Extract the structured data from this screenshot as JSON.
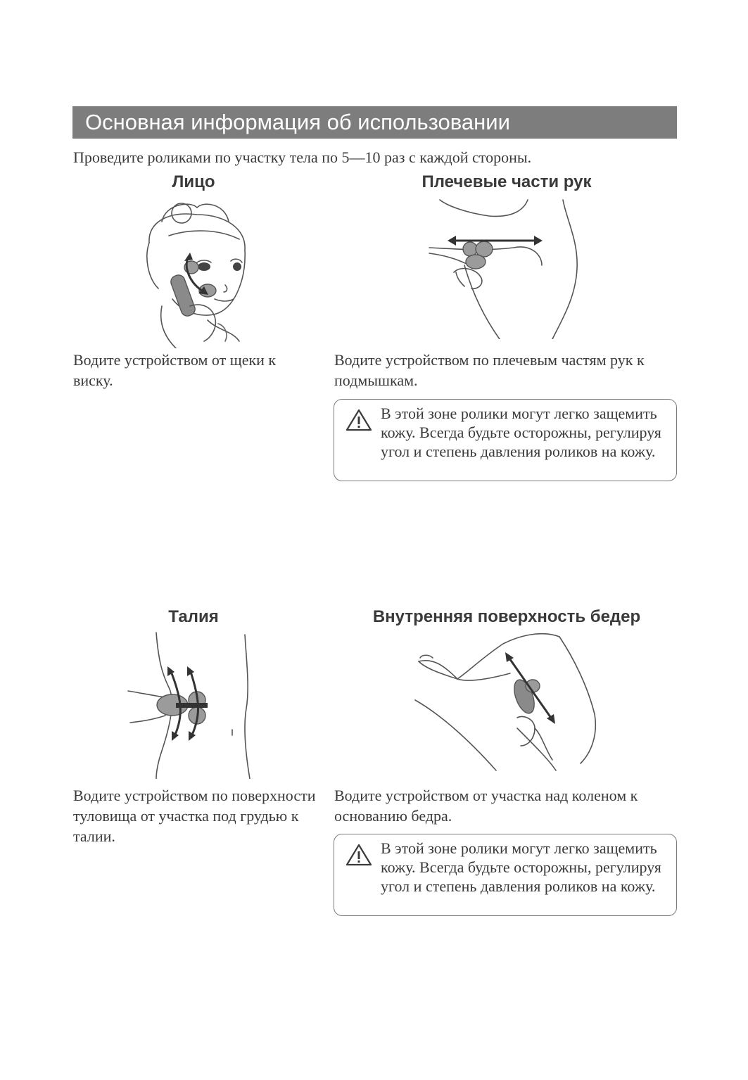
{
  "header": {
    "title": "Основная информация об использовании"
  },
  "intro": "Проведите роликами по участку тела по 5—10 раз с каждой стороны.",
  "sections": [
    {
      "heading": "Лицо",
      "description": "Водите устройством от щеки к виску."
    },
    {
      "heading": "Плечевые части рук",
      "description": "Водите устройством по плечевым частям рук к подмышкам."
    },
    {
      "heading": "Талия",
      "description": "Водите устройством по поверхности туловища от участка под грудью к талии."
    },
    {
      "heading": "Внутренняя поверхность бедер",
      "description": "Водите устройством от участка над коленом к основанию бедра."
    }
  ],
  "warnings": [
    {
      "text": "В этой зоне ролики могут легко защемить кожу. Всегда будьте осторожны, регулируя угол и степень давления роликов на кожу."
    },
    {
      "text": "В этой зоне ролики могут легко защемить кожу. Всегда будьте осторожны, регулируя угол и степень давления роликов на кожу."
    }
  ],
  "colors": {
    "header_bg": "#7d7d7d",
    "header_text": "#ffffff",
    "text": "#3a3a3a",
    "border": "#7a7a7a"
  },
  "icons": {
    "warning": "warning-triangle-icon"
  }
}
